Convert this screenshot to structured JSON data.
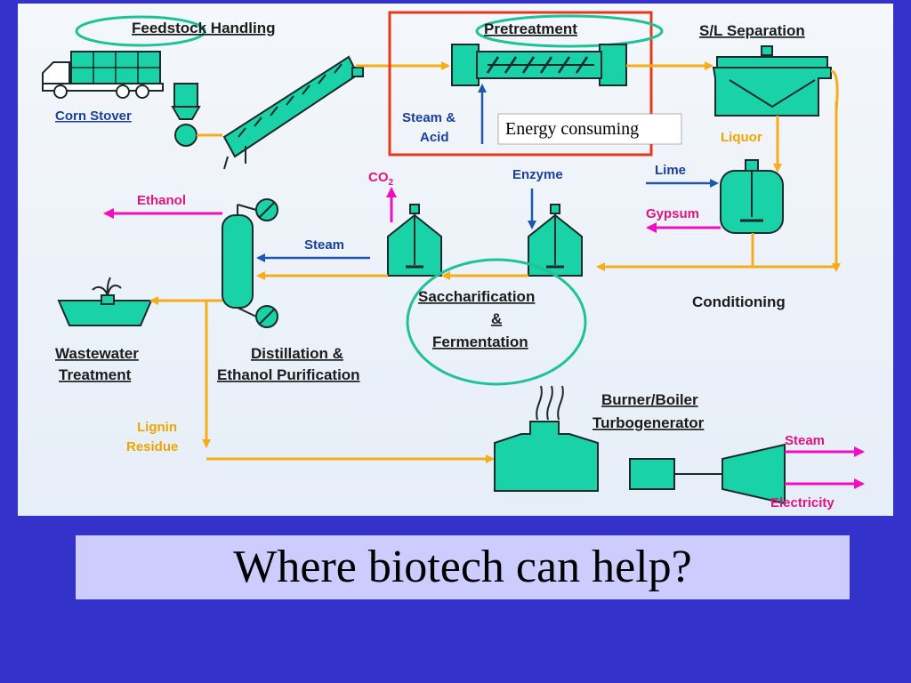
{
  "diagram": {
    "labels": {
      "feedstock": "Feedstock Handling",
      "corn_stover": "Corn Stover",
      "pretreatment": "Pretreatment",
      "steam_acid_1": "Steam &",
      "steam_acid_2": "Acid",
      "energy": "Energy consuming",
      "sl_separation": "S/L Separation",
      "liquor": "Liquor",
      "lime": "Lime",
      "gypsum": "Gypsum",
      "conditioning": "Conditioning",
      "co2": "CO",
      "co2_sub": "2",
      "enzyme": "Enzyme",
      "ethanol": "Ethanol",
      "steam_distill": "Steam",
      "sacch_1": "Saccharification",
      "sacch_2": "&",
      "sacch_3": "Fermentation",
      "wastewater_1": "Wastewater",
      "wastewater_2": "Treatment",
      "distill_1": "Distillation &",
      "distill_2": "Ethanol Purification",
      "lignin_1": "Lignin",
      "lignin_2": "Residue",
      "burner_1": "Burner/Boiler",
      "burner_2": "Turbogenerator",
      "steam_out": "Steam",
      "electricity": "Electricity"
    }
  },
  "caption": "Where biotech can help?",
  "colors": {
    "background": "#3333cc",
    "caption_box": "#ccccff",
    "equipment": "#19d2a8",
    "pipe": "#f5ad1a",
    "utility_in": "#1d57b0",
    "product_out": "#ee10c0",
    "highlight_box": "#e53a1a",
    "highlight_ring": "#1ec296"
  }
}
